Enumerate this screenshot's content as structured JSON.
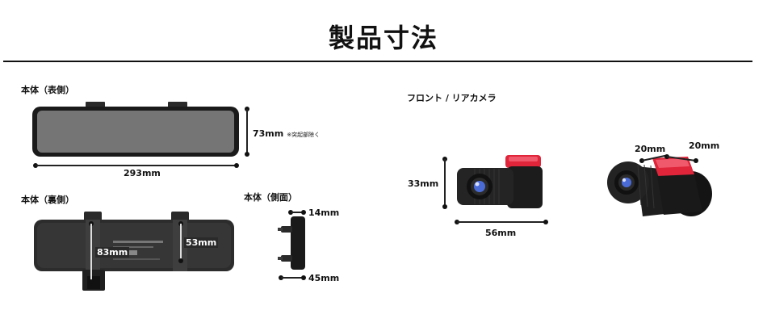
{
  "title": "製品寸法",
  "main_front": {
    "label": "本体（表側）",
    "height_dim": "73mm",
    "height_note": "※突起部除く",
    "width_dim": "293mm"
  },
  "main_back": {
    "label": "本体（裏側）",
    "left_dim": "83mm",
    "right_dim": "53mm"
  },
  "main_side": {
    "label": "本体（側面）",
    "depth_dim": "14mm",
    "full_dim": "45mm"
  },
  "camera": {
    "label": "フロント / リアカメラ",
    "height_dim": "33mm",
    "length_dim": "56mm",
    "top_dim_a": "20mm",
    "top_dim_b": "20mm"
  },
  "colors": {
    "accent_red": "#e0243a",
    "device_black": "#1c1c1c",
    "lens_blue": "#4a6bd6"
  }
}
